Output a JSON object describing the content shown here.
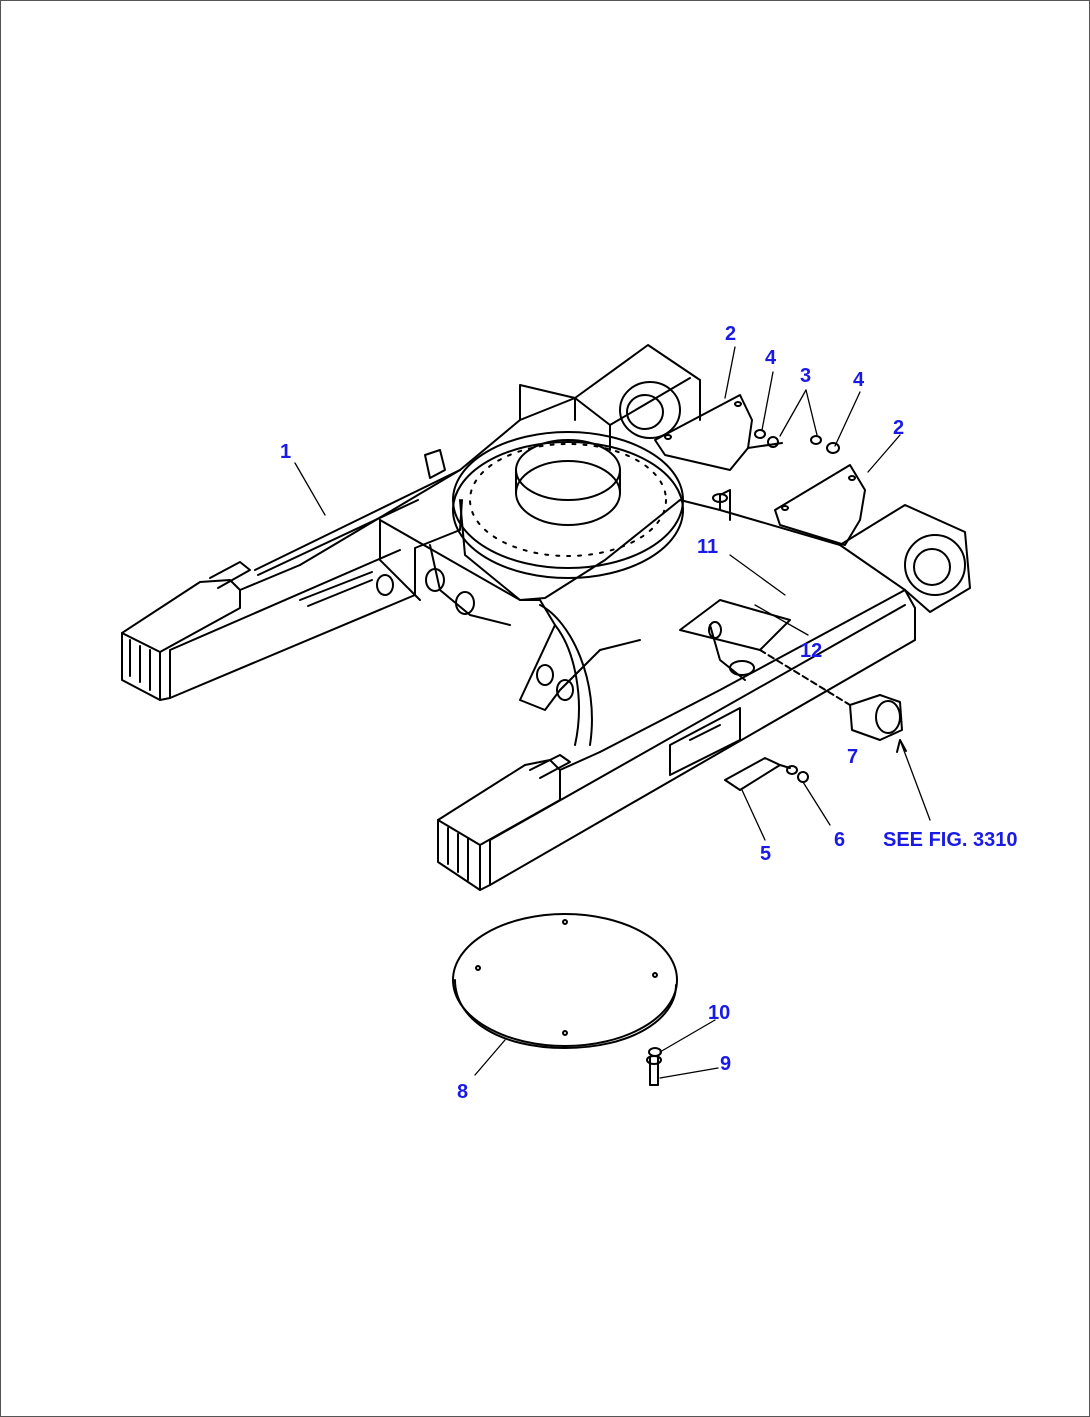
{
  "callouts": {
    "c1": "1",
    "c2a": "2",
    "c2b": "2",
    "c3": "3",
    "c4a": "4",
    "c4b": "4",
    "c5": "5",
    "c6": "6",
    "c7": "7",
    "c8": "8",
    "c9": "9",
    "c10": "10",
    "c11": "11",
    "c12": "12"
  },
  "reference_note": "SEE FIG. 3310",
  "colors": {
    "callout": "#1a1ae6",
    "line": "#000000"
  }
}
